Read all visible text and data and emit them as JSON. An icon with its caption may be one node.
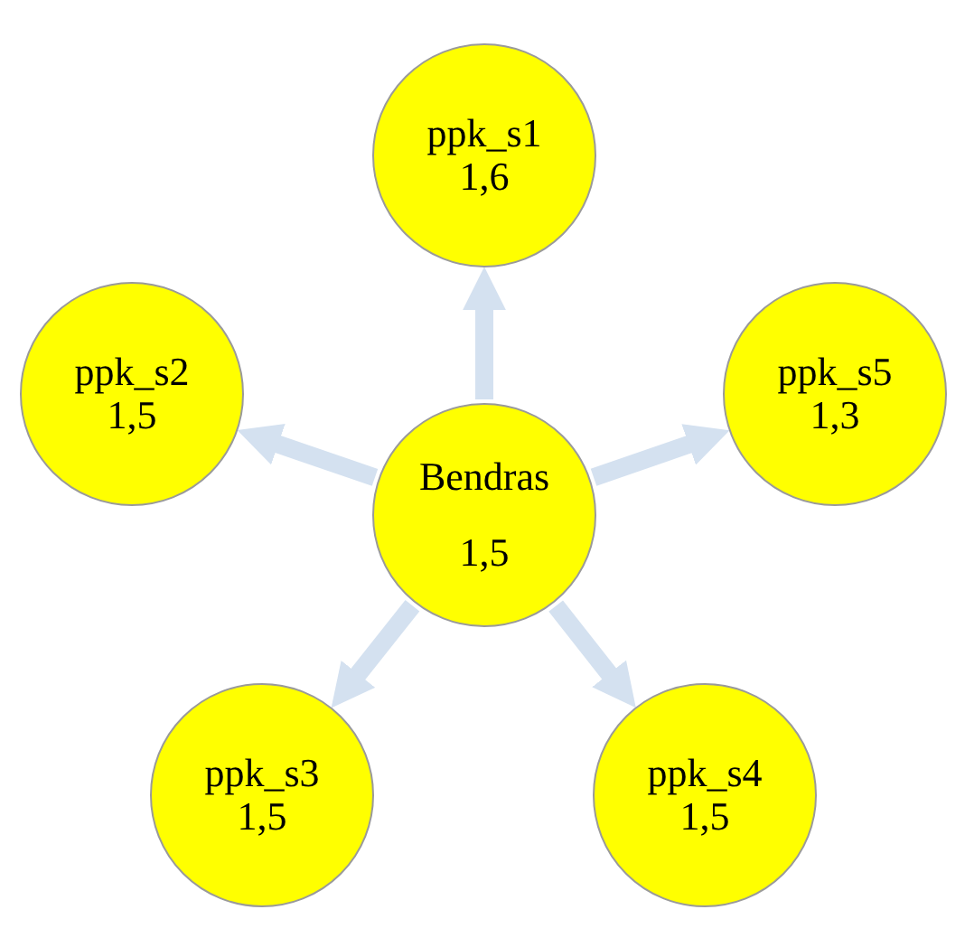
{
  "diagram": {
    "nodes": [
      {
        "text": [
          "ppk_s1",
          "1,6"
        ]
      },
      {
        "text": [
          "ppk_s2",
          "1,5"
        ]
      },
      {
        "text": [
          "Bendras",
          "1,5"
        ]
      },
      {
        "text": [
          "ppk_s5",
          "1,3"
        ]
      },
      {
        "text": [
          "ppk_s3",
          "1,5"
        ]
      },
      {
        "text": [
          "ppk_s4",
          "1,5"
        ]
      }
    ],
    "edges": [
      {
        "from": 2,
        "to": 0,
        "arrow": "to"
      },
      {
        "from": 2,
        "to": 1,
        "arrow": "to"
      },
      {
        "from": 2,
        "to": 3,
        "arrow": "to"
      },
      {
        "from": 2,
        "to": 4,
        "arrow": "to"
      },
      {
        "from": 2,
        "to": 5,
        "arrow": "to"
      }
    ]
  }
}
